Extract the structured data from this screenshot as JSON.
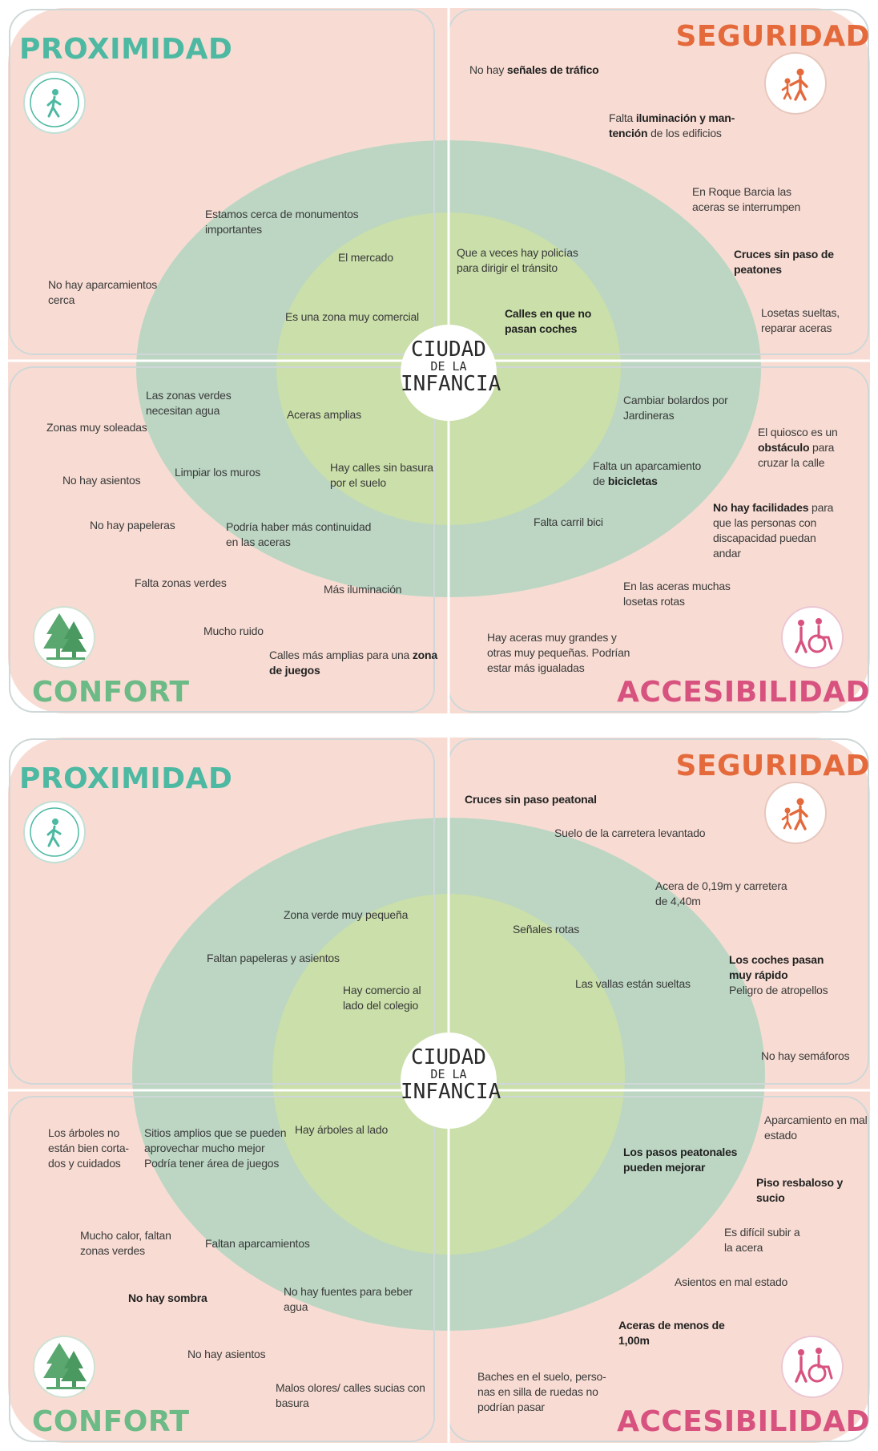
{
  "center_label": {
    "line1": "CIUDAD",
    "line2": "DE LA",
    "line3": "INFANCIA"
  },
  "categories": {
    "proximity": "PROXIMIDAD",
    "safety": "SEGURIDAD",
    "comfort": "CONFORT",
    "accessibility": "ACCESIBILIDAD"
  },
  "colors": {
    "outer_ring": "#f8dcd3",
    "middle_ring": "#bcd6c3",
    "inner_ring": "#cadfa9",
    "proximity": "#4db9a2",
    "safety": "#e46a3c",
    "comfort": "#6cba86",
    "accessibility": "#d8527f"
  },
  "icons": {
    "proximity": "walking-person-icon",
    "safety": "adult-child-icon",
    "comfort": "pine-trees-icon",
    "accessibility": "wheelchair-icon"
  },
  "panels": [
    {
      "notes": [
        {
          "segments": [
            {
              "text": "No hay ",
              "bold": false
            },
            {
              "text": "señales de tráfico",
              "bold": true
            }
          ]
        },
        {
          "segments": [
            {
              "text": "Falta ",
              "bold": false
            },
            {
              "text": "iluminación y man-",
              "bold": true
            },
            {
              "text": "\n",
              "bold": false
            },
            {
              "text": "tención",
              "bold": true
            },
            {
              "text": " de los edificios",
              "bold": false
            }
          ]
        },
        {
          "segments": [
            {
              "text": "En Roque Barcia las\naceras se interrumpen",
              "bold": false
            }
          ]
        },
        {
          "segments": [
            {
              "text": "Cruces sin paso de\npeatones",
              "bold": true
            }
          ]
        },
        {
          "segments": [
            {
              "text": "Losetas sueltas,\nreparar aceras",
              "bold": false
            }
          ]
        },
        {
          "segments": [
            {
              "text": "Estamos cerca de monumentos\nimportantes",
              "bold": false
            }
          ]
        },
        {
          "segments": [
            {
              "text": "El mercado",
              "bold": false
            }
          ]
        },
        {
          "segments": [
            {
              "text": "Que a veces hay policías\npara dirigir el tránsito",
              "bold": false
            }
          ]
        },
        {
          "segments": [
            {
              "text": "No hay aparcamientos\ncerca",
              "bold": false
            }
          ]
        },
        {
          "segments": [
            {
              "text": "Es una zona muy comercial",
              "bold": false
            }
          ]
        },
        {
          "segments": [
            {
              "text": "Calles en que no\npasan coches",
              "bold": true
            }
          ]
        },
        {
          "segments": [
            {
              "text": "Las zonas verdes\nnecesitan agua",
              "bold": false
            }
          ]
        },
        {
          "segments": [
            {
              "text": "Aceras amplias",
              "bold": false
            }
          ]
        },
        {
          "segments": [
            {
              "text": "Cambiar bolardos por\nJardineras",
              "bold": false
            }
          ]
        },
        {
          "segments": [
            {
              "text": "Zonas muy soleadas",
              "bold": false
            }
          ]
        },
        {
          "segments": [
            {
              "text": "El quiosco es un\n",
              "bold": false
            },
            {
              "text": "obstáculo",
              "bold": true
            },
            {
              "text": " para\ncruzar la calle",
              "bold": false
            }
          ]
        },
        {
          "segments": [
            {
              "text": "No hay asientos",
              "bold": false
            }
          ]
        },
        {
          "segments": [
            {
              "text": "Limpiar los muros",
              "bold": false
            }
          ]
        },
        {
          "segments": [
            {
              "text": "Hay calles sin basura\npor el suelo",
              "bold": false
            }
          ]
        },
        {
          "segments": [
            {
              "text": "Falta un aparcamiento\nde ",
              "bold": false
            },
            {
              "text": "bicicletas",
              "bold": true
            }
          ]
        },
        {
          "segments": [
            {
              "text": "No hay facilidades",
              "bold": true
            },
            {
              "text": " para\nque las personas con\ndiscapacidad puedan\nandar",
              "bold": false
            }
          ]
        },
        {
          "segments": [
            {
              "text": "No hay papeleras",
              "bold": false
            }
          ]
        },
        {
          "segments": [
            {
              "text": "Podría haber más continuidad\nen las aceras",
              "bold": false
            }
          ]
        },
        {
          "segments": [
            {
              "text": "Falta carril bici",
              "bold": false
            }
          ]
        },
        {
          "segments": [
            {
              "text": "Falta zonas verdes",
              "bold": false
            }
          ]
        },
        {
          "segments": [
            {
              "text": "Más iluminación",
              "bold": false
            }
          ]
        },
        {
          "segments": [
            {
              "text": "En las aceras muchas\nlosetas rotas",
              "bold": false
            }
          ]
        },
        {
          "segments": [
            {
              "text": "Mucho ruido",
              "bold": false
            }
          ]
        },
        {
          "segments": [
            {
              "text": "Hay aceras muy grandes y\notras muy pequeñas. Podrían\nestar más igualadas",
              "bold": false
            }
          ]
        },
        {
          "segments": [
            {
              "text": "Calles más amplias para una ",
              "bold": false
            },
            {
              "text": "zona\nde juegos",
              "bold": true
            }
          ]
        }
      ]
    },
    {
      "notes": [
        {
          "segments": [
            {
              "text": "Cruces sin paso peatonal",
              "bold": true
            }
          ]
        },
        {
          "segments": [
            {
              "text": "Suelo de la carretera levantado",
              "bold": false
            }
          ]
        },
        {
          "segments": [
            {
              "text": "Acera de 0,19m y carretera\nde 4,40m",
              "bold": false
            }
          ]
        },
        {
          "segments": [
            {
              "text": "Zona verde muy pequeña",
              "bold": false
            }
          ]
        },
        {
          "segments": [
            {
              "text": "Señales rotas",
              "bold": false
            }
          ]
        },
        {
          "segments": [
            {
              "text": "Faltan papeleras y asientos",
              "bold": false
            }
          ]
        },
        {
          "segments": [
            {
              "text": "Los coches pasan\nmuy rápido",
              "bold": true
            },
            {
              "text": "\nPeligro de atropellos",
              "bold": false
            }
          ]
        },
        {
          "segments": [
            {
              "text": "Las vallas están sueltas",
              "bold": false
            }
          ]
        },
        {
          "segments": [
            {
              "text": "Hay comercio al\nlado del colegio",
              "bold": false
            }
          ]
        },
        {
          "segments": [
            {
              "text": "No hay semáforos",
              "bold": false
            }
          ]
        },
        {
          "segments": [
            {
              "text": "Los árboles no\nestán bien corta-\ndos y cuidados",
              "bold": false
            }
          ]
        },
        {
          "segments": [
            {
              "text": "Sitios amplios que se pueden\naprovechar mucho mejor\nPodría tener área de juegos",
              "bold": false
            }
          ]
        },
        {
          "segments": [
            {
              "text": "Hay árboles al lado",
              "bold": false
            }
          ]
        },
        {
          "segments": [
            {
              "text": "Aparcamiento en mal\nestado",
              "bold": false
            }
          ]
        },
        {
          "segments": [
            {
              "text": "Los pasos peatonales\npueden mejorar",
              "bold": true
            }
          ]
        },
        {
          "segments": [
            {
              "text": "Piso resbaloso y\nsucio",
              "bold": true
            }
          ]
        },
        {
          "segments": [
            {
              "text": "Mucho calor, faltan\nzonas verdes",
              "bold": false
            }
          ]
        },
        {
          "segments": [
            {
              "text": "Faltan aparcamientos",
              "bold": false
            }
          ]
        },
        {
          "segments": [
            {
              "text": "Es difícil subir a\nla acera",
              "bold": false
            }
          ]
        },
        {
          "segments": [
            {
              "text": "No hay sombra",
              "bold": true
            }
          ]
        },
        {
          "segments": [
            {
              "text": "No hay fuentes para beber\nagua",
              "bold": false
            }
          ]
        },
        {
          "segments": [
            {
              "text": "Asientos en mal estado",
              "bold": false
            }
          ]
        },
        {
          "segments": [
            {
              "text": "Aceras de menos de\n1,00m",
              "bold": true
            }
          ]
        },
        {
          "segments": [
            {
              "text": "No hay asientos",
              "bold": false
            }
          ]
        },
        {
          "segments": [
            {
              "text": "Malos olores/ calles sucias con\nbasura",
              "bold": false
            }
          ]
        },
        {
          "segments": [
            {
              "text": "Baches en el suelo, perso-\nnas en silla de ruedas no\npodrían pasar",
              "bold": false
            }
          ]
        }
      ]
    }
  ]
}
